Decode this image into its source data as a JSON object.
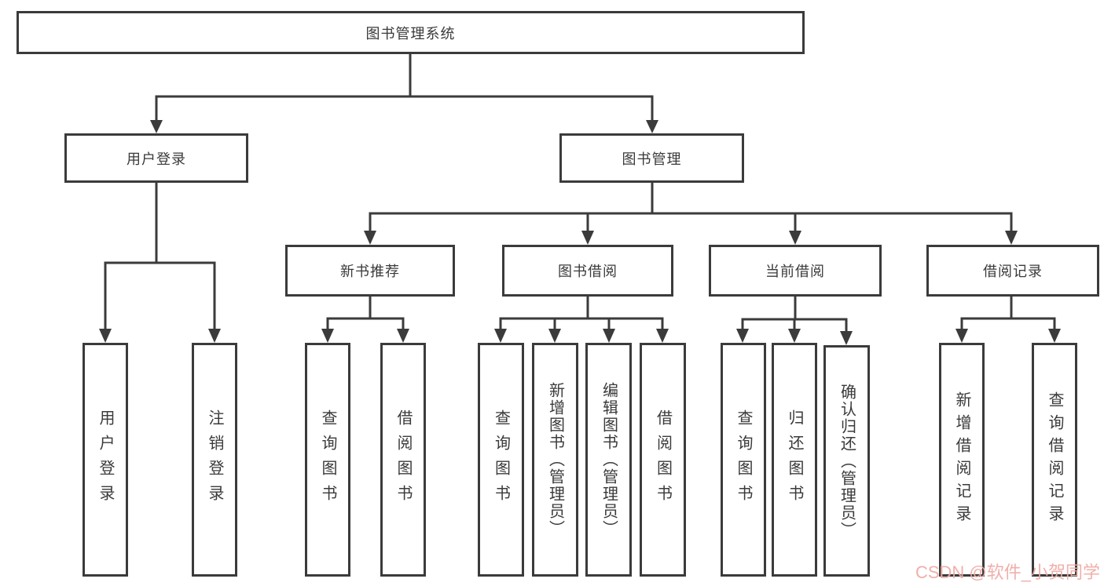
{
  "diagram": {
    "title": "图书管理系统",
    "watermark": "CSDN @软件_小贺同学",
    "colors": {
      "line": "#3b3b3b",
      "box_border": "#3b3b3b",
      "text": "#3a3a3a",
      "background": "#ffffff",
      "watermark": "#efaba5"
    },
    "tree": {
      "label": "图书管理系统",
      "children": [
        {
          "label": "用户登录",
          "children": [
            {
              "label": "用户登录"
            },
            {
              "label": "注销登录"
            }
          ]
        },
        {
          "label": "图书管理",
          "children": [
            {
              "label": "新书推荐",
              "children": [
                {
                  "label": "查询图书"
                },
                {
                  "label": "借阅图书"
                }
              ]
            },
            {
              "label": "图书借阅",
              "children": [
                {
                  "label": "查询图书"
                },
                {
                  "label": "新增图书（管理员）"
                },
                {
                  "label": "编辑图书（管理员）"
                },
                {
                  "label": "借阅图书"
                }
              ]
            },
            {
              "label": "当前借阅",
              "children": [
                {
                  "label": "查询图书"
                },
                {
                  "label": "归还图书"
                },
                {
                  "label": "确认归还（管理员）"
                }
              ]
            },
            {
              "label": "借阅记录",
              "children": [
                {
                  "label": "新增借阅记录"
                },
                {
                  "label": "查询借阅记录"
                }
              ]
            }
          ]
        }
      ]
    }
  }
}
